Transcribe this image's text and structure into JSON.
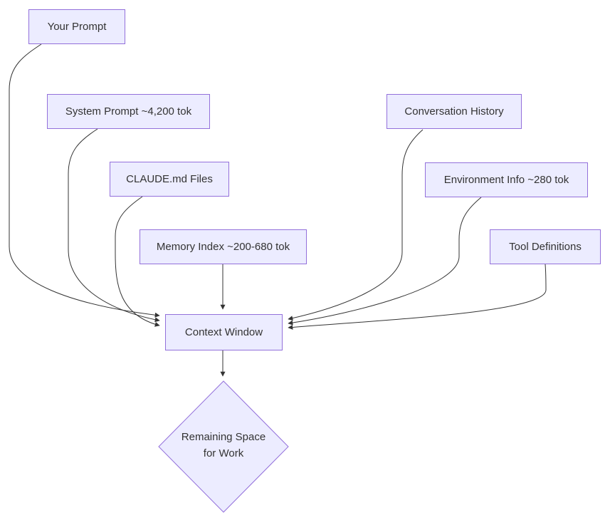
{
  "diagram": {
    "type": "flowchart",
    "nodes": {
      "your_prompt": {
        "label": "Your Prompt",
        "shape": "rect"
      },
      "system_prompt": {
        "label": "System Prompt ~4,200 tok",
        "shape": "rect"
      },
      "claude_md": {
        "label": "CLAUDE.md Files",
        "shape": "rect"
      },
      "memory_index": {
        "label": "Memory Index ~200-680 tok",
        "shape": "rect"
      },
      "conversation_history": {
        "label": "Conversation History",
        "shape": "rect"
      },
      "environment_info": {
        "label": "Environment Info ~280 tok",
        "shape": "rect"
      },
      "tool_definitions": {
        "label": "Tool Definitions",
        "shape": "rect"
      },
      "context_window": {
        "label": "Context Window",
        "shape": "rect"
      },
      "remaining_space": {
        "label": "Remaining Space for Work",
        "label_lines": [
          "Remaining Space",
          "for Work"
        ],
        "shape": "diamond"
      }
    },
    "edges": [
      {
        "from": "your_prompt",
        "to": "context_window"
      },
      {
        "from": "system_prompt",
        "to": "context_window"
      },
      {
        "from": "claude_md",
        "to": "context_window"
      },
      {
        "from": "memory_index",
        "to": "context_window"
      },
      {
        "from": "conversation_history",
        "to": "context_window"
      },
      {
        "from": "environment_info",
        "to": "context_window"
      },
      {
        "from": "tool_definitions",
        "to": "context_window"
      },
      {
        "from": "context_window",
        "to": "remaining_space"
      }
    ],
    "colors": {
      "node_fill": "#ECECFF",
      "node_border": "#9370DB",
      "edge": "#333333",
      "text": "#333333",
      "background": "#ffffff"
    }
  }
}
